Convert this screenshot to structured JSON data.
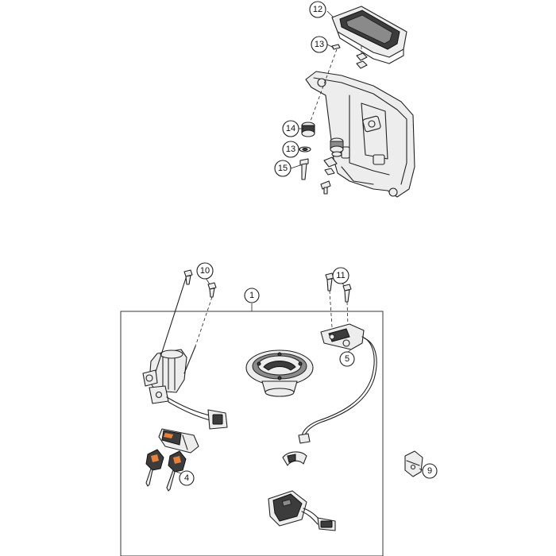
{
  "callouts": {
    "c1": "1",
    "c4": "4",
    "c5": "5",
    "c9": "9",
    "c10": "10",
    "c11": "11",
    "c12": "12",
    "c13a": "13",
    "c13b": "13",
    "c14": "14",
    "c15": "15"
  },
  "colors": {
    "accent": "#e8823a",
    "line": "#222222",
    "background": "#ffffff"
  }
}
